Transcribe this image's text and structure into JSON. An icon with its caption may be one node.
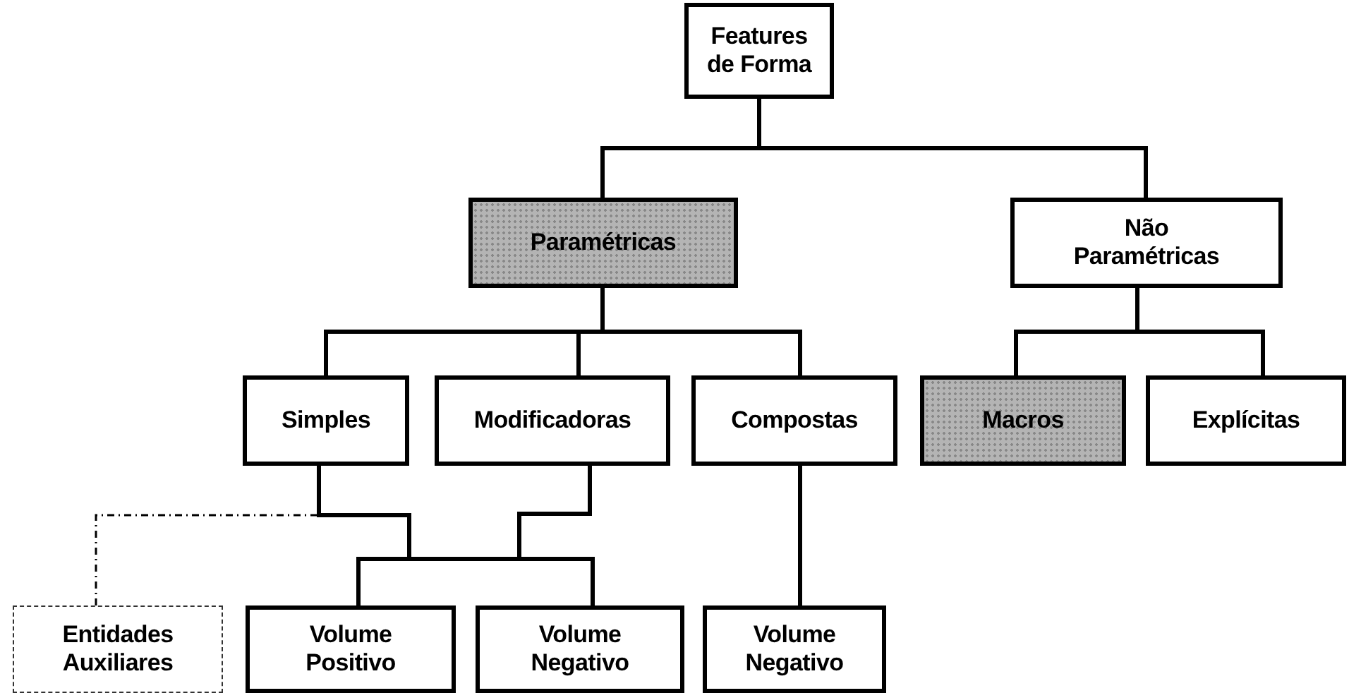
{
  "diagram": {
    "nodes": [
      {
        "text": [
          "Features de Forma"
        ]
      },
      {
        "text": [
          "Paramétricas"
        ]
      },
      {
        "text": [
          "Não Paramétricas"
        ]
      },
      {
        "text": [
          "Simples"
        ]
      },
      {
        "text": [
          "Modificadoras"
        ]
      },
      {
        "text": [
          "Compostas"
        ]
      },
      {
        "text": [
          "Macros"
        ]
      },
      {
        "text": [
          "Explícitas"
        ]
      },
      {
        "text": [
          "Entidades Auxiliares"
        ]
      },
      {
        "text": [
          "Volume Positivo"
        ]
      },
      {
        "text": [
          "Volume Negativo"
        ]
      },
      {
        "text": [
          "Volume Negativo"
        ]
      }
    ],
    "edges": [
      {
        "from": 0,
        "to": 1,
        "arrow": "none"
      },
      {
        "from": 0,
        "to": 2,
        "arrow": "none"
      },
      {
        "from": 1,
        "to": 3,
        "arrow": "none"
      },
      {
        "from": 1,
        "to": 4,
        "arrow": "none"
      },
      {
        "from": 1,
        "to": 5,
        "arrow": "none"
      },
      {
        "from": 2,
        "to": 6,
        "arrow": "none"
      },
      {
        "from": 2,
        "to": 7,
        "arrow": "none"
      },
      {
        "from": 3,
        "to": 8,
        "arrow": "none",
        "style": "dashed"
      },
      {
        "from": 3,
        "to": 9,
        "arrow": "none"
      },
      {
        "from": 3,
        "to": 10,
        "arrow": "none"
      },
      {
        "from": 4,
        "to": 9,
        "arrow": "none"
      },
      {
        "from": 4,
        "to": 10,
        "arrow": "none"
      },
      {
        "from": 5,
        "to": 11,
        "arrow": "none"
      }
    ]
  }
}
